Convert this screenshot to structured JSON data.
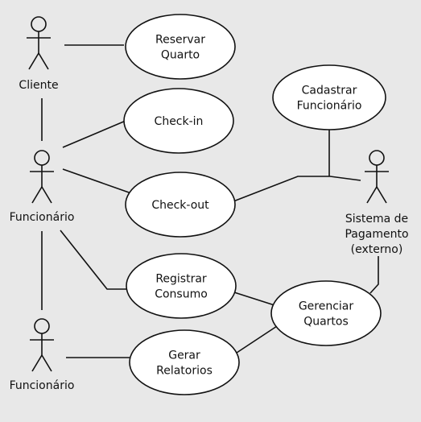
{
  "actors": [
    {
      "id": "cliente",
      "label": [
        "Cliente"
      ]
    },
    {
      "id": "funcionario-1",
      "label": [
        "Funcionário"
      ]
    },
    {
      "id": "funcionario-2",
      "label": [
        "Funcionário"
      ]
    },
    {
      "id": "sistema-pagamento",
      "label": [
        "Sistema de",
        "Pagamento",
        "(externo)"
      ]
    }
  ],
  "use_cases": [
    {
      "id": "reservar-quarto",
      "label": [
        "Reservar",
        "Quarto"
      ]
    },
    {
      "id": "check-in",
      "label": [
        "Check-in"
      ]
    },
    {
      "id": "check-out",
      "label": [
        "Check-out"
      ]
    },
    {
      "id": "cadastrar-funcionario",
      "label": [
        "Cadastrar",
        "Funcionário"
      ]
    },
    {
      "id": "registrar-consumo",
      "label": [
        "Registrar",
        "Consumo"
      ]
    },
    {
      "id": "gerenciar-quartos",
      "label": [
        "Gerenciar",
        "Quartos"
      ]
    },
    {
      "id": "gerar-relatorios",
      "label": [
        "Gerar",
        "Relatorios"
      ]
    }
  ],
  "associations": [
    {
      "from": "cliente",
      "to": "reservar-quarto"
    },
    {
      "from": "cliente",
      "to": "funcionario-1"
    },
    {
      "from": "funcionario-1",
      "to": "check-in"
    },
    {
      "from": "funcionario-1",
      "to": "check-out"
    },
    {
      "from": "funcionario-1",
      "to": "registrar-consumo"
    },
    {
      "from": "funcionario-1",
      "to": "funcionario-2"
    },
    {
      "from": "funcionario-2",
      "to": "gerar-relatorios"
    },
    {
      "from": "check-out",
      "to": "sistema-pagamento"
    },
    {
      "from": "cadastrar-funcionario",
      "to": "sistema-pagamento"
    },
    {
      "from": "registrar-consumo",
      "to": "gerenciar-quartos"
    },
    {
      "from": "gerar-relatorios",
      "to": "gerenciar-quartos"
    },
    {
      "from": "sistema-pagamento",
      "to": "gerenciar-quartos"
    }
  ]
}
